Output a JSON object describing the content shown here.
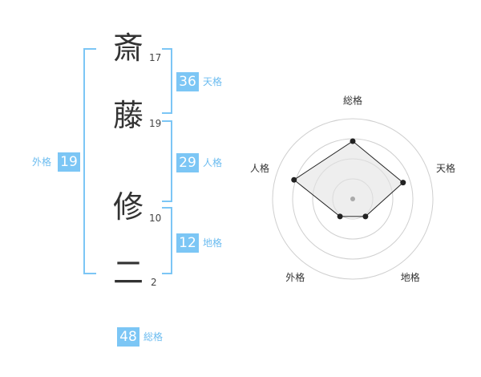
{
  "name": {
    "chars": [
      {
        "char": "斎",
        "strokes": "17"
      },
      {
        "char": "藤",
        "strokes": "19"
      },
      {
        "char": "修",
        "strokes": "10"
      },
      {
        "char": "二",
        "strokes": "2"
      }
    ]
  },
  "kaku": {
    "tenkaku": {
      "value": "36",
      "label": "天格"
    },
    "jinkaku": {
      "value": "29",
      "label": "人格"
    },
    "chikaku": {
      "value": "12",
      "label": "地格"
    },
    "gaikaku": {
      "value": "19",
      "label": "外格"
    },
    "soukaku": {
      "value": "48",
      "label": "総格"
    }
  },
  "radar": {
    "axes": [
      "総格",
      "天格",
      "地格",
      "外格",
      "人格"
    ],
    "values": [
      0.72,
      0.66,
      0.27,
      0.27,
      0.77
    ],
    "colors": {
      "line": "#222222",
      "fill": "#e3e3e3",
      "grid": "#cfcfcf",
      "dot": "#222222",
      "center": "#aaaaaa"
    }
  }
}
